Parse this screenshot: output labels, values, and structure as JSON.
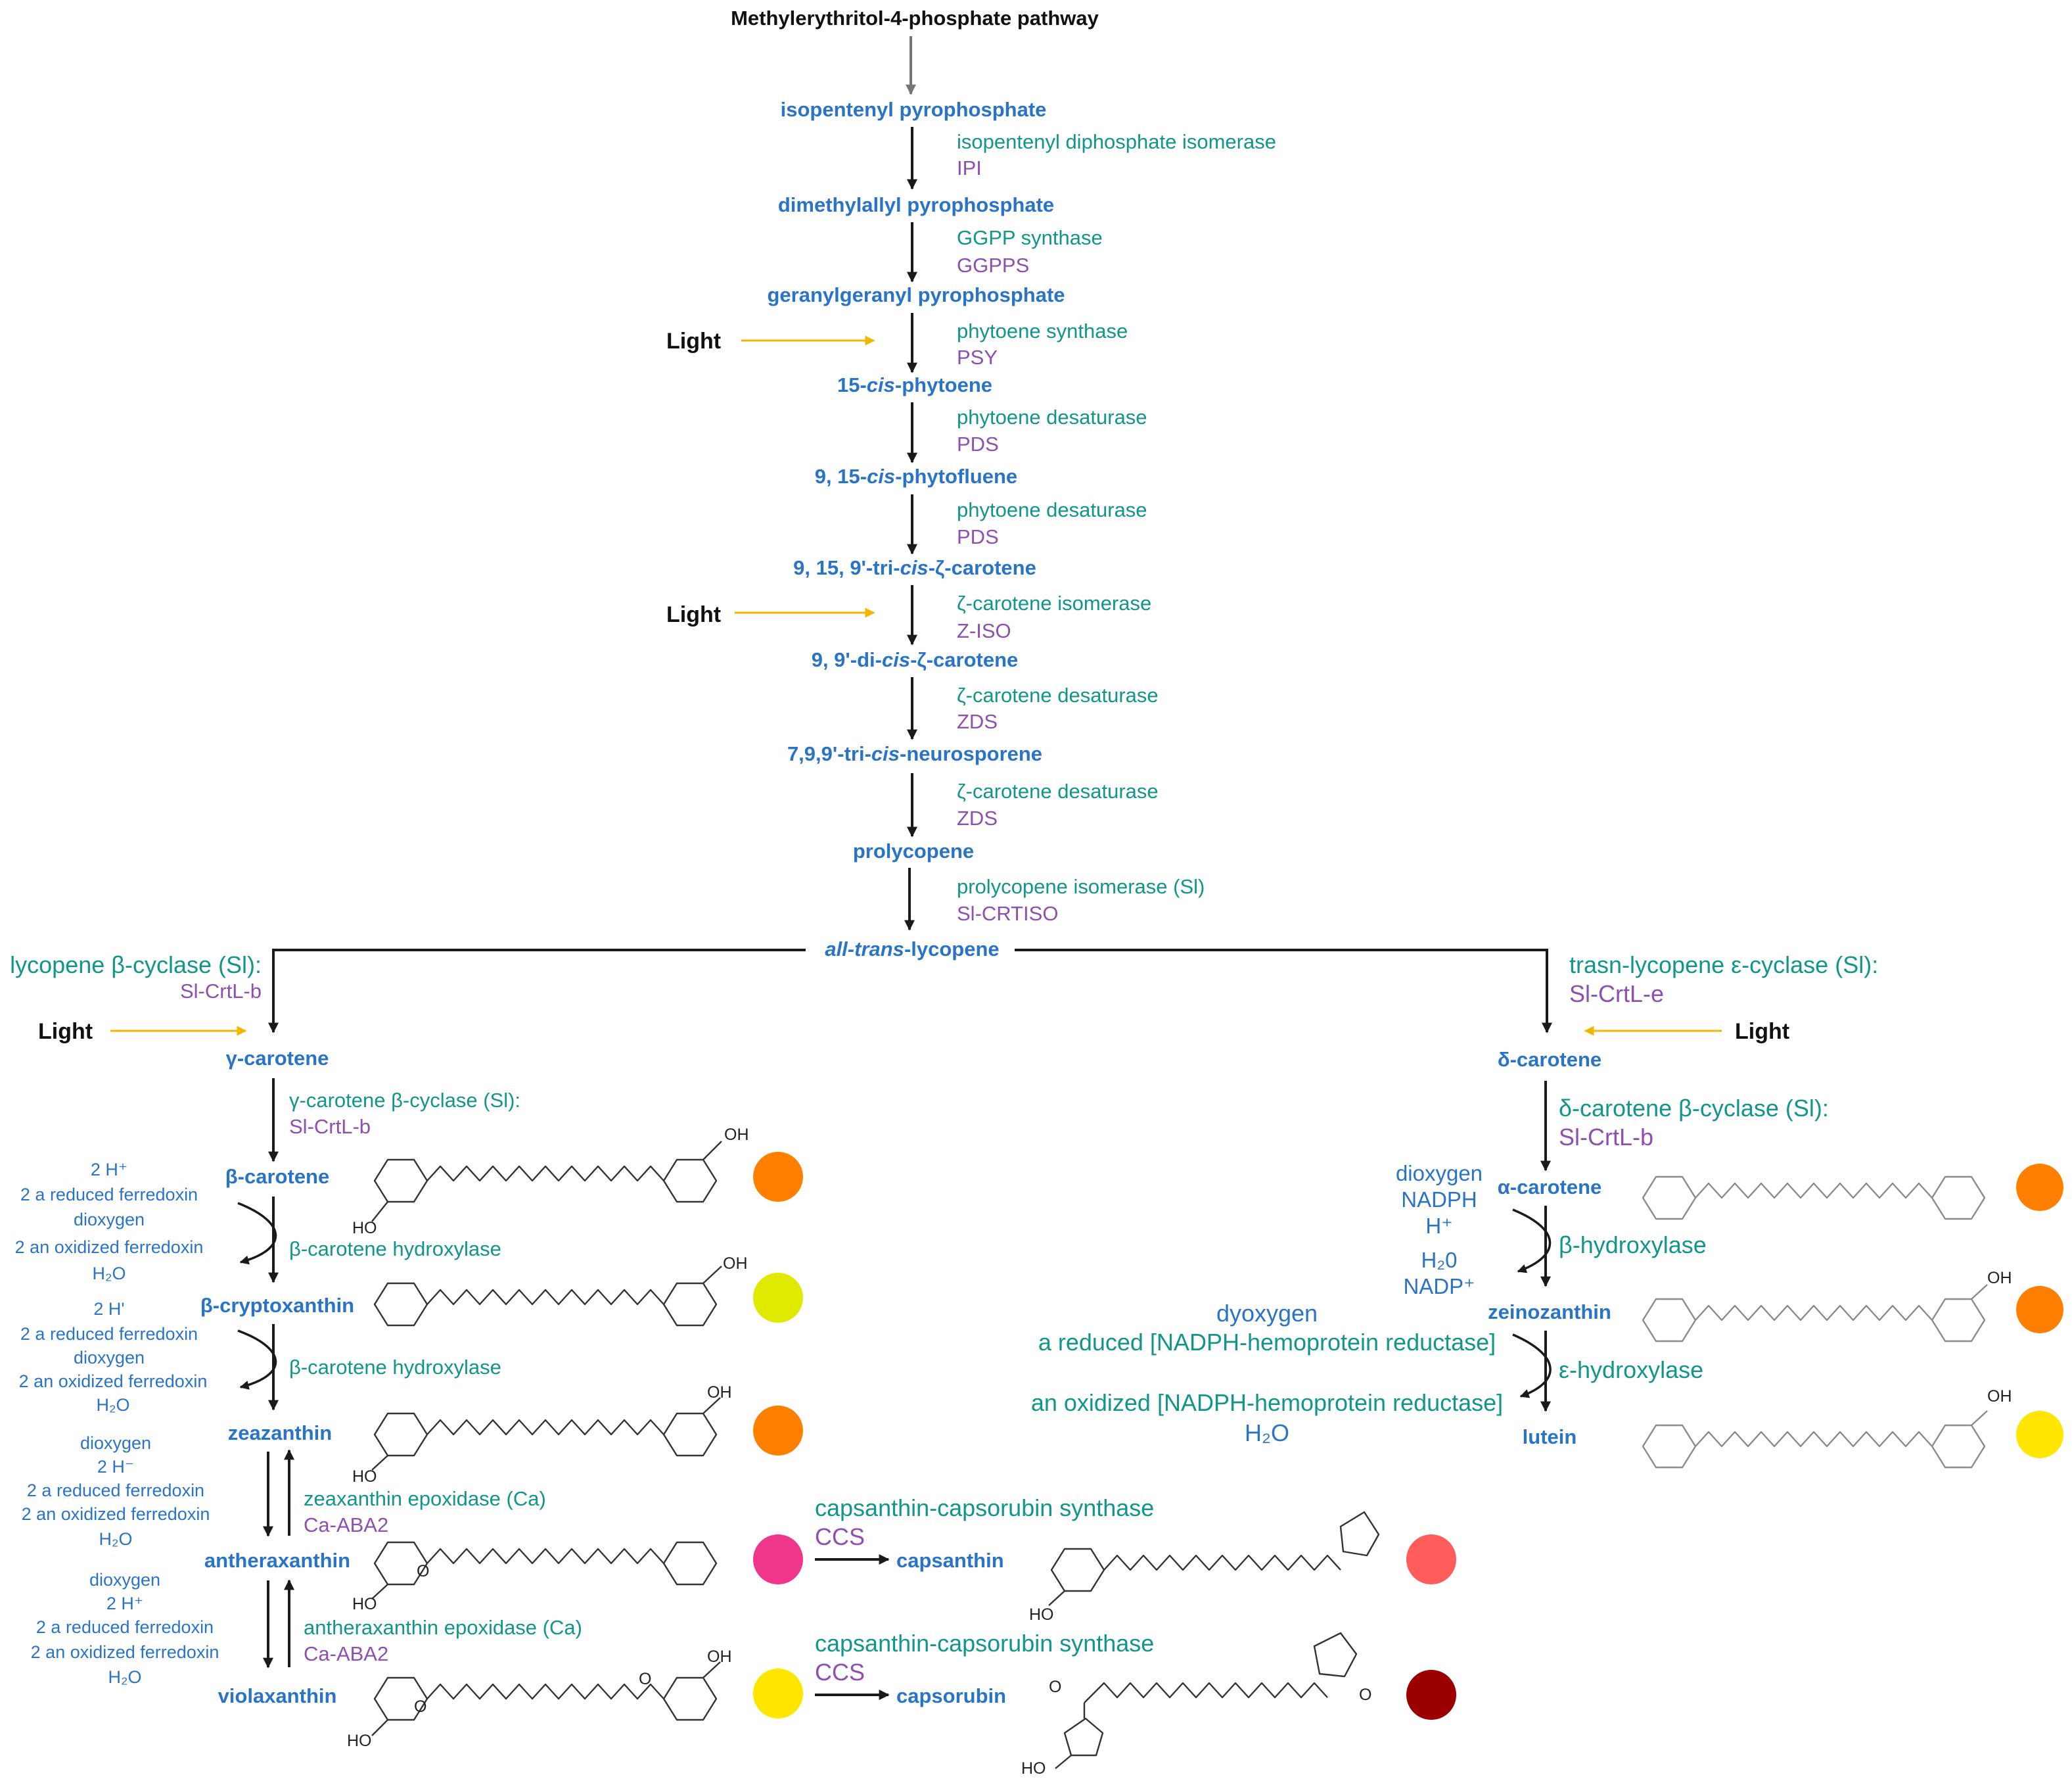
{
  "title": "Methylerythritol-4-phosphate pathway",
  "light_label": "Light",
  "colors": {
    "metabolite": "#2a74c8",
    "enzyme": "#12958a",
    "gene": "#8e4fb0",
    "light_arrow": "#f2b600",
    "orange": "#ff7f00",
    "yellow_green": "#e0ea00",
    "magenta": "#f0368c",
    "yellow": "#ffe600",
    "coral": "#ff5c5c",
    "dark_red": "#9b0000"
  },
  "main": {
    "metabolites": [
      {
        "parts": [
          "isopentenyl pyrophosphate"
        ]
      },
      {
        "parts": [
          "dimethylallyl pyrophosphate"
        ]
      },
      {
        "parts": [
          "geranylgeranyl pyrophosphate"
        ]
      },
      {
        "parts": [
          "15-",
          "cis",
          "-phytoene"
        ]
      },
      {
        "parts": [
          "9, 15-",
          "cis",
          "-phytofluene"
        ]
      },
      {
        "parts": [
          "9, 15, 9'-tri-",
          "cis",
          "-ζ-carotene"
        ]
      },
      {
        "parts": [
          "9, 9'-di-",
          "cis",
          "-ζ-carotene"
        ]
      },
      {
        "parts": [
          "7,9,9'-tri-",
          "cis",
          "-neurosporene"
        ]
      },
      {
        "parts": [
          "prolycopene"
        ]
      },
      {
        "parts": [
          "all-trans",
          "-lycopene"
        ]
      }
    ],
    "steps": [
      {
        "enzyme": "isopentenyl  diphosphate isomerase",
        "gene": "IPI"
      },
      {
        "enzyme": "GGPP synthase",
        "gene": "GGPPS"
      },
      {
        "enzyme": "phytoene synthase",
        "gene": "PSY"
      },
      {
        "enzyme": "phytoene  desaturase",
        "gene": "PDS"
      },
      {
        "enzyme": "phytoene  desaturase",
        "gene": "PDS"
      },
      {
        "enzyme": "ζ-carotene  isomerase",
        "gene": "Z-ISO"
      },
      {
        "enzyme": "ζ-carotene  desaturase",
        "gene": "ZDS"
      },
      {
        "enzyme": "ζ-carotene  desaturase",
        "gene": "ZDS"
      },
      {
        "enzyme": "prolycopene isomerase (Sl)",
        "gene": "Sl-CRTISO"
      }
    ]
  },
  "left_branch": {
    "cyclase": {
      "enzyme": "lycopene β-cyclase (Sl):",
      "gene": "Sl-CrtL-b"
    },
    "metabolites": [
      "γ-carotene",
      "β-carotene",
      "β-cryptoxanthin",
      "zeazanthin",
      "antheraxanthin",
      "violaxanthin"
    ],
    "steps": [
      {
        "enzyme": "γ-carotene β-cyclase (Sl):",
        "gene": "Sl-CrtL-b"
      },
      {
        "enzyme": "β-carotene hydroxylase"
      },
      {
        "enzyme": "β-carotene hydroxylase"
      },
      {
        "enzyme": "zeaxanthin epoxidase (Ca)",
        "gene": "Ca-ABA2"
      },
      {
        "enzyme": "antheraxanthin epoxidase (Ca)",
        "gene": "Ca-ABA2"
      }
    ],
    "cofactors": [
      [
        "2 H⁺",
        "2 a reduced ferredoxin",
        "dioxygen",
        "2 an oxidized ferredoxin",
        "H₂O"
      ],
      [
        "2 H'",
        "2 a reduced ferredoxin",
        "dioxygen",
        "2 an oxidized ferredoxin",
        "H₂O"
      ],
      [
        "dioxygen",
        "2 H⁻",
        "2 a reduced ferredoxin",
        "2 an oxidized ferredoxin",
        "H₂O"
      ],
      [
        "dioxygen",
        "2 H⁺",
        "2 a reduced ferredoxin",
        "2 an oxidized ferredoxin",
        "H₂O"
      ]
    ]
  },
  "capsanthin_branch": [
    {
      "enzyme": "capsanthin-capsorubin synthase",
      "gene": "CCS",
      "product": "capsanthin"
    },
    {
      "enzyme": "capsanthin-capsorubin synthase",
      "gene": "CCS",
      "product": "capsorubin"
    }
  ],
  "right_branch": {
    "cyclase": {
      "enzyme": "trasn-lycopene ε-cyclase (Sl):",
      "gene": "Sl-CrtL-e"
    },
    "metabolites": [
      "δ-carotene",
      "α-carotene",
      "zeinozanthin",
      "lutein"
    ],
    "steps": [
      {
        "enzyme": "δ-carotene β-cyclase (Sl):",
        "gene": "Sl-CrtL-b"
      },
      {
        "enzyme": "β-hydroxylase"
      },
      {
        "enzyme": "ε-hydroxylase"
      }
    ],
    "cofactors_a": [
      "dioxygen",
      "NADPH",
      "H⁺",
      "H₂0",
      "NADP⁺"
    ],
    "cofactors_b": [
      "dyoxygen",
      "a reduced [NADPH-hemoprotein reductase]",
      "an oxidized [NADPH-hemoprotein reductase]",
      "H₂O"
    ]
  },
  "structure_atoms": {
    "hydroxyl": "OH",
    "hydroxyl_left": "HO",
    "oxygen": "O"
  }
}
